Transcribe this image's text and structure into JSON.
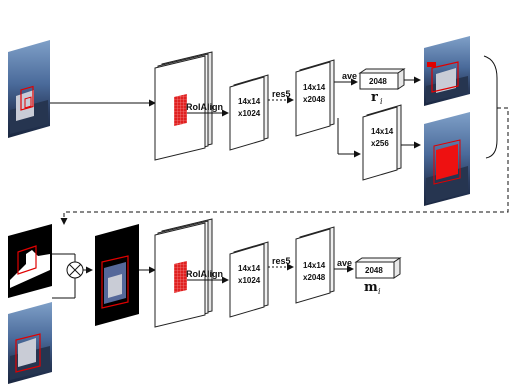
{
  "top_branch": {
    "roialign_label": "RoIAlign",
    "res5_label": "res5",
    "ave_label": "ave",
    "feature_1": [
      "14x14",
      "x1024"
    ],
    "feature_2": [
      "14x14",
      "x2048"
    ],
    "feature_3": [
      "14x14",
      "x256"
    ],
    "vector_value": "2048",
    "vector_symbol": "r",
    "vector_subscript": "i"
  },
  "bottom_branch": {
    "roialign_label": "RoIAlign",
    "res5_label": "res5",
    "ave_label": "ave",
    "feature_1": [
      "14x14",
      "x1024"
    ],
    "feature_2": [
      "14x14",
      "x2048"
    ],
    "vector_value": "2048",
    "vector_symbol": "m",
    "vector_subscript": "i"
  },
  "operators": {
    "multiply_symbol": "⊗"
  },
  "colors": {
    "roi_grid": "#e02020",
    "mask_red": "#ee1111",
    "image_sky": "#4a6a9a",
    "image_dark": "#1a2740"
  }
}
